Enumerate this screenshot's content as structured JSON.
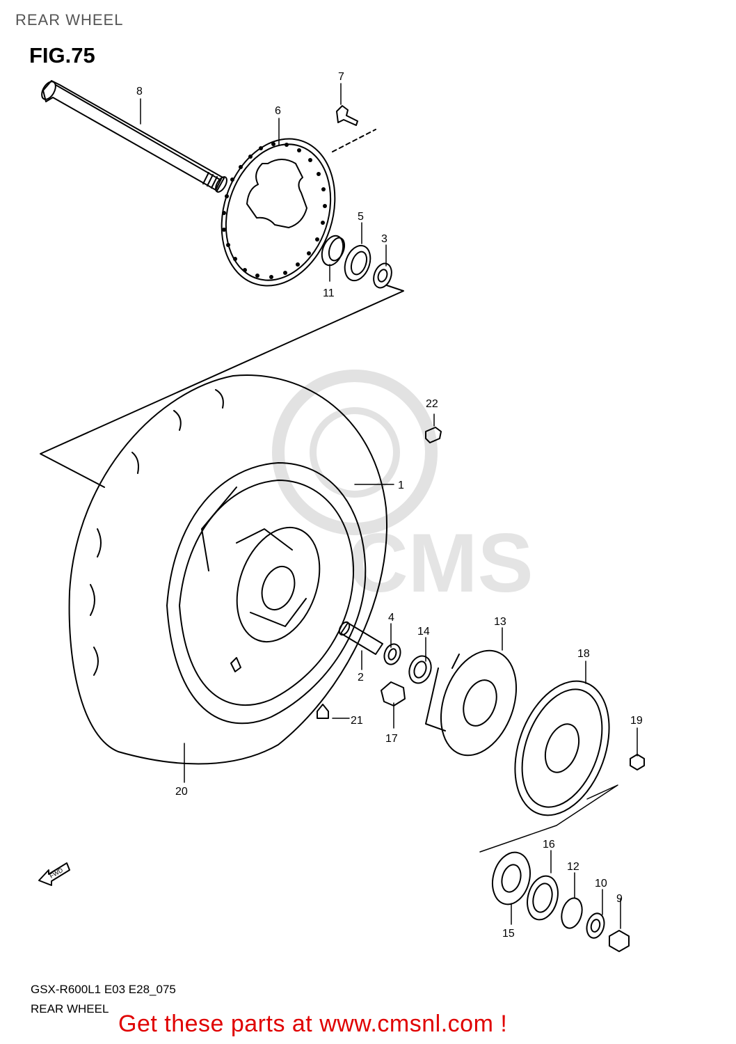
{
  "header": {
    "section": "REAR WHEEL",
    "figure": "FIG.75"
  },
  "watermark": {
    "text": "CMS"
  },
  "callouts": [
    "1",
    "2",
    "3",
    "4",
    "5",
    "6",
    "7",
    "8",
    "9",
    "10",
    "11",
    "12",
    "13",
    "14",
    "15",
    "16",
    "17",
    "18",
    "19",
    "20",
    "21",
    "22"
  ],
  "fwd_label": "FWD",
  "footer": {
    "model_code": "GSX-R600L1 E03 E28_075",
    "title": "REAR WHEEL",
    "promo": "Get these parts at www.cmsnl.com !"
  },
  "colors": {
    "line": "#000000",
    "promo": "#e00000",
    "watermark": "#dddddd"
  }
}
